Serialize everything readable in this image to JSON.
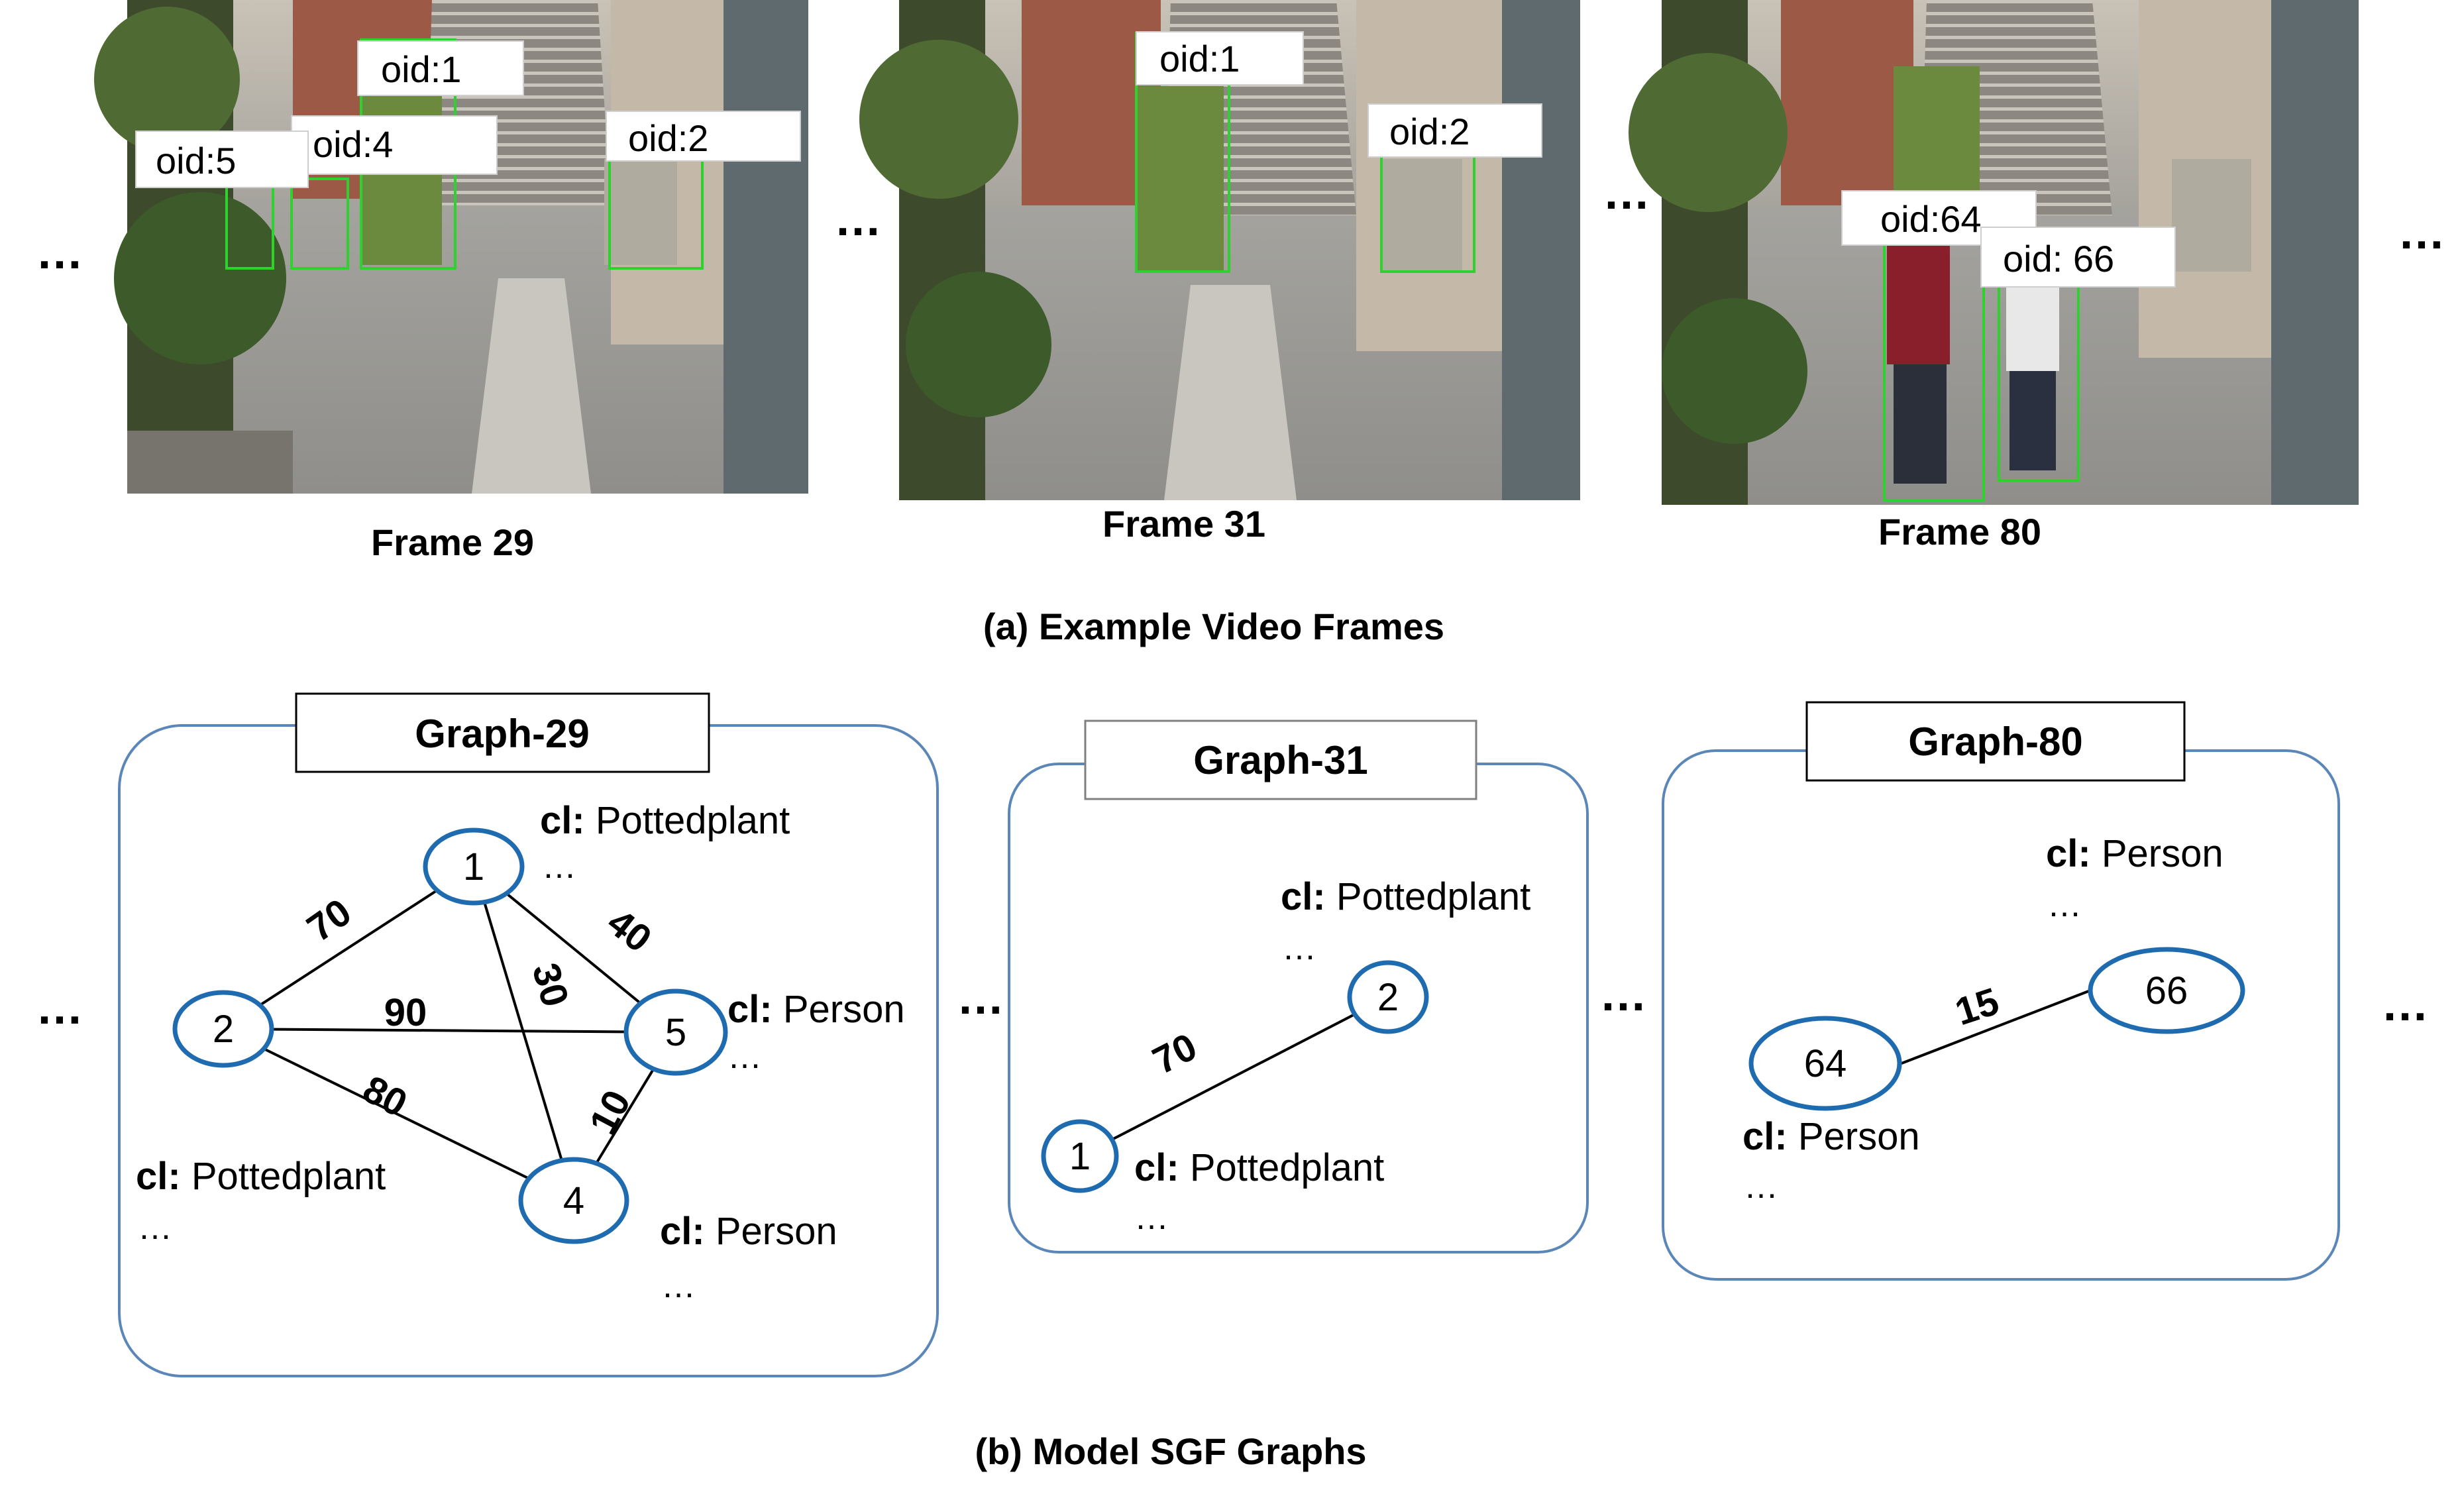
{
  "colors": {
    "node_stroke": "#1f6bb0",
    "box_stroke": "#5b86b8",
    "bbox_green": "#2fd12f",
    "text": "#000000"
  },
  "ellipsis": "…",
  "frames": [
    {
      "caption": "Frame 29",
      "labels": [
        "oid:1",
        "oid:4",
        "oid:5",
        "oid:2"
      ]
    },
    {
      "caption": "Frame 31",
      "labels": [
        "oid:1",
        "oid:2"
      ]
    },
    {
      "caption": "Frame 80",
      "labels": [
        "oid:64",
        "oid: 66"
      ]
    }
  ],
  "section_a_caption": "(a) Example Video Frames",
  "section_b_caption": "(b) Model SGF Graphs",
  "cl_prefix": "cl:",
  "graphs": [
    {
      "title": "Graph-29",
      "nodes": [
        {
          "id": "1",
          "cl": "Pottedplant"
        },
        {
          "id": "2",
          "cl": "Pottedplant"
        },
        {
          "id": "5",
          "cl": "Person"
        },
        {
          "id": "4",
          "cl": "Person"
        }
      ],
      "edges": [
        {
          "from": "1",
          "to": "2",
          "weight": "70"
        },
        {
          "from": "1",
          "to": "5",
          "weight": "40"
        },
        {
          "from": "1",
          "to": "4",
          "weight": "30"
        },
        {
          "from": "2",
          "to": "5",
          "weight": "90"
        },
        {
          "from": "2",
          "to": "4",
          "weight": "80"
        },
        {
          "from": "5",
          "to": "4",
          "weight": "10"
        }
      ]
    },
    {
      "title": "Graph-31",
      "nodes": [
        {
          "id": "2",
          "cl": "Pottedplant"
        },
        {
          "id": "1",
          "cl": "Pottedplant"
        }
      ],
      "edges": [
        {
          "from": "1",
          "to": "2",
          "weight": "70"
        }
      ]
    },
    {
      "title": "Graph-80",
      "nodes": [
        {
          "id": "66",
          "cl": "Person"
        },
        {
          "id": "64",
          "cl": "Person"
        }
      ],
      "edges": [
        {
          "from": "64",
          "to": "66",
          "weight": "15"
        }
      ]
    }
  ]
}
